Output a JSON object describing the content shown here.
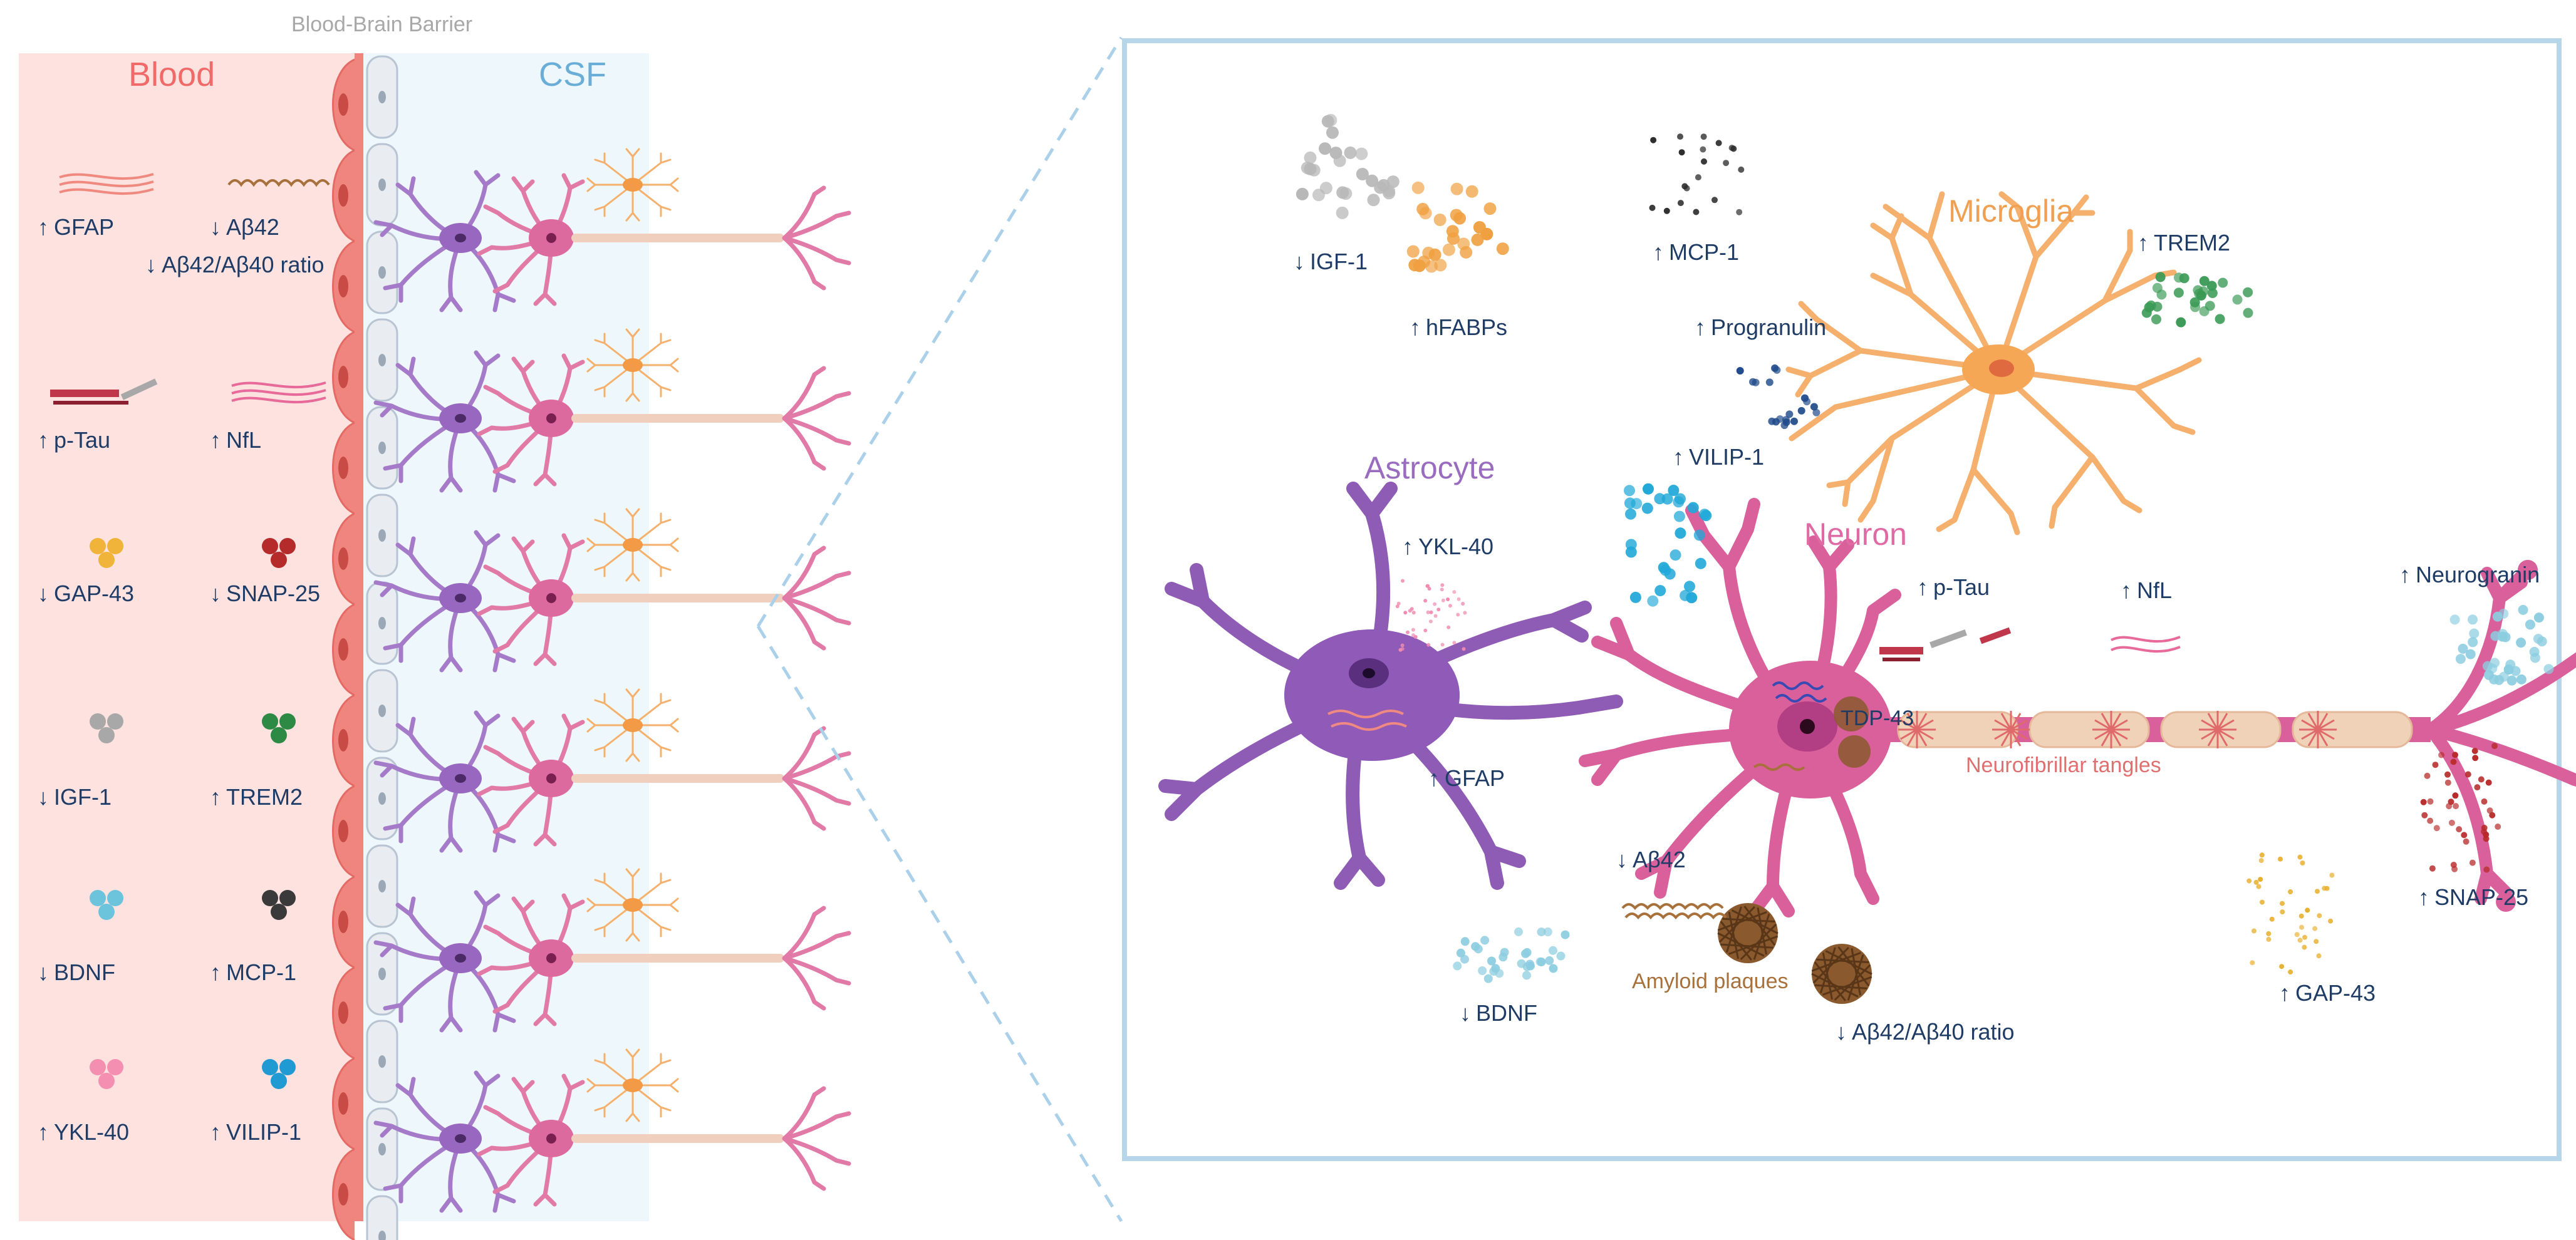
{
  "left_panel": {
    "barrier_title": "Blood-Brain Barrier",
    "blood_title": "Blood",
    "csf_title": "CSF",
    "markers": [
      {
        "arrow": "↑",
        "name": "GFAP",
        "glyph": "fibers",
        "color": "#f08a80"
      },
      {
        "arrow": "↓",
        "name": "Aβ42",
        "glyph": "wave",
        "color": "#a8703a"
      },
      {
        "arrow": "↑",
        "name": "p-Tau",
        "glyph": "ptau",
        "color": "#c0364a"
      },
      {
        "arrow": "↑",
        "name": "NfL",
        "glyph": "fibers",
        "color": "#e86a9a"
      },
      {
        "arrow": "↓",
        "name": "GAP-43",
        "glyph": "dots3",
        "color": "#f0b43a"
      },
      {
        "arrow": "↓",
        "name": "SNAP-25",
        "glyph": "dots3",
        "color": "#b52a2a"
      },
      {
        "arrow": "↓",
        "name": "IGF-1",
        "glyph": "dots3",
        "color": "#a8a8a8"
      },
      {
        "arrow": "↑",
        "name": "TREM2",
        "glyph": "dots3",
        "color": "#2d8a45"
      },
      {
        "arrow": "↓",
        "name": "BDNF",
        "glyph": "dots3",
        "color": "#6cc4dc"
      },
      {
        "arrow": "↑",
        "name": "MCP-1",
        "glyph": "dots3",
        "color": "#3a3a3a"
      },
      {
        "arrow": "↑",
        "name": "YKL-40",
        "glyph": "dots3",
        "color": "#f58fb2"
      },
      {
        "arrow": "↑",
        "name": "VILIP-1",
        "glyph": "dots3",
        "color": "#1f9ad2"
      }
    ],
    "ratio_label": {
      "arrow": "↓",
      "name": "Aβ42/Aβ40 ratio"
    }
  },
  "right_panel": {
    "cells": {
      "astrocyte": "Astrocyte",
      "microglia": "Microglia",
      "neuron": "Neuron"
    },
    "annotations": {
      "neurofibrillary": "Neurofibrillar tangles",
      "amyloid": "Amyloid plaques",
      "tdp43": "TDP-43"
    },
    "markers": [
      {
        "arrow": "↓",
        "name": "IGF-1"
      },
      {
        "arrow": "↑",
        "name": "hFABPs"
      },
      {
        "arrow": "↑",
        "name": "MCP-1"
      },
      {
        "arrow": "↑",
        "name": "TREM2"
      },
      {
        "arrow": "↑",
        "name": "Progranulin"
      },
      {
        "arrow": "↑",
        "name": "VILIP-1"
      },
      {
        "arrow": "↑",
        "name": "YKL-40"
      },
      {
        "arrow": "↑",
        "name": "GFAP"
      },
      {
        "arrow": "↑",
        "name": "p-Tau"
      },
      {
        "arrow": "↑",
        "name": "NfL"
      },
      {
        "arrow": "↑",
        "name": "Neurogranin"
      },
      {
        "arrow": "↓",
        "name": "Aβ42"
      },
      {
        "arrow": "↓",
        "name": "BDNF"
      },
      {
        "arrow": "↓",
        "name": "Aβ42/Aβ40 ratio"
      },
      {
        "arrow": "↑",
        "name": "GAP-43"
      },
      {
        "arrow": "↑",
        "name": "SNAP-25"
      }
    ]
  },
  "colors": {
    "blood_bg": "#fde2e0",
    "blood_title": "#f06a6a",
    "csf_bg": "#eef8fc",
    "csf_title": "#6aaed8",
    "endothelium": "#f0857f",
    "astro_cell": "#e9edf2",
    "astrocyte": "#8e5bb5",
    "astrocyte_title": "#9a6cc0",
    "neuron": "#d9609a",
    "neuron_title": "#e06aa4",
    "microglia": "#f2a65a",
    "microglia_title": "#f0a050",
    "frame": "#b8d6ea",
    "text": "#1f3c66",
    "amyloid": "#8a5a2e",
    "tangles": "#e06a6a"
  }
}
